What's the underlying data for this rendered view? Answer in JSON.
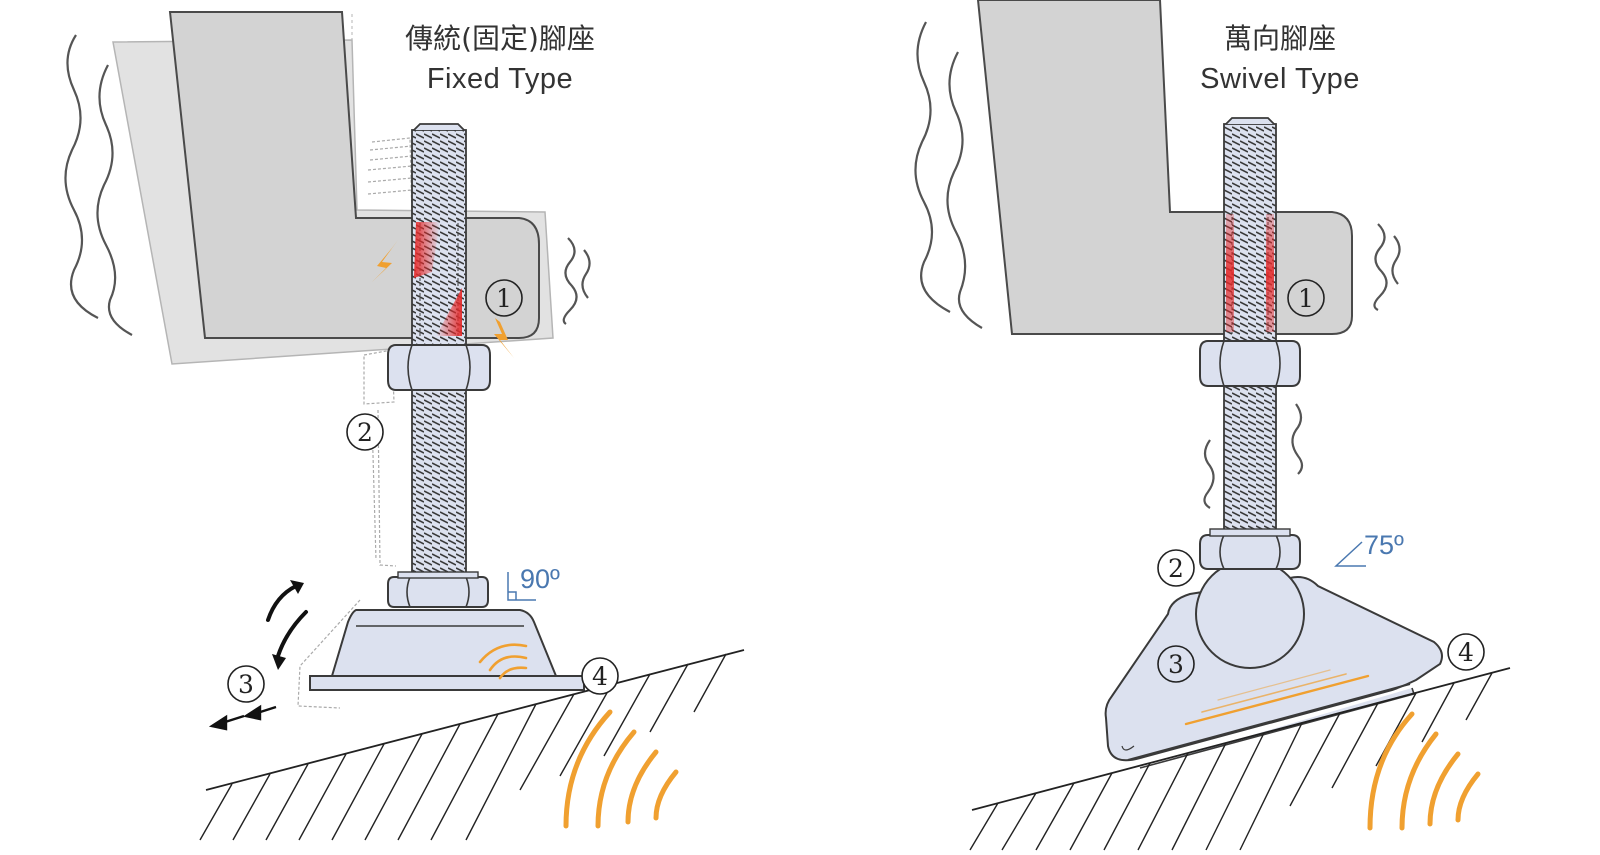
{
  "colors": {
    "block": "#d3d3d3",
    "block_stroke": "#4a4a4a",
    "metal": "#dce1ef",
    "metal_stroke": "#3a3a3a",
    "stress": "#e52a2a",
    "vibration": "#f0a030",
    "angle": "#4a78b0",
    "ghost": "#9a9a9a"
  },
  "fixed": {
    "title_zh": "傳統(固定)腳座",
    "title_en": "Fixed Type",
    "angle_label": "90º",
    "markers": [
      "①",
      "②",
      "③",
      "④"
    ],
    "icons": [
      "lightning-bolt-icon",
      "vibration-wave-icon",
      "rotation-arrow-icon",
      "slide-arrow-icon"
    ]
  },
  "swivel": {
    "title_zh": "萬向腳座",
    "title_en": "Swivel Type",
    "angle_label": "75º",
    "markers": [
      "①",
      "②",
      "③",
      "④"
    ],
    "icons": [
      "vibration-wave-icon"
    ]
  }
}
